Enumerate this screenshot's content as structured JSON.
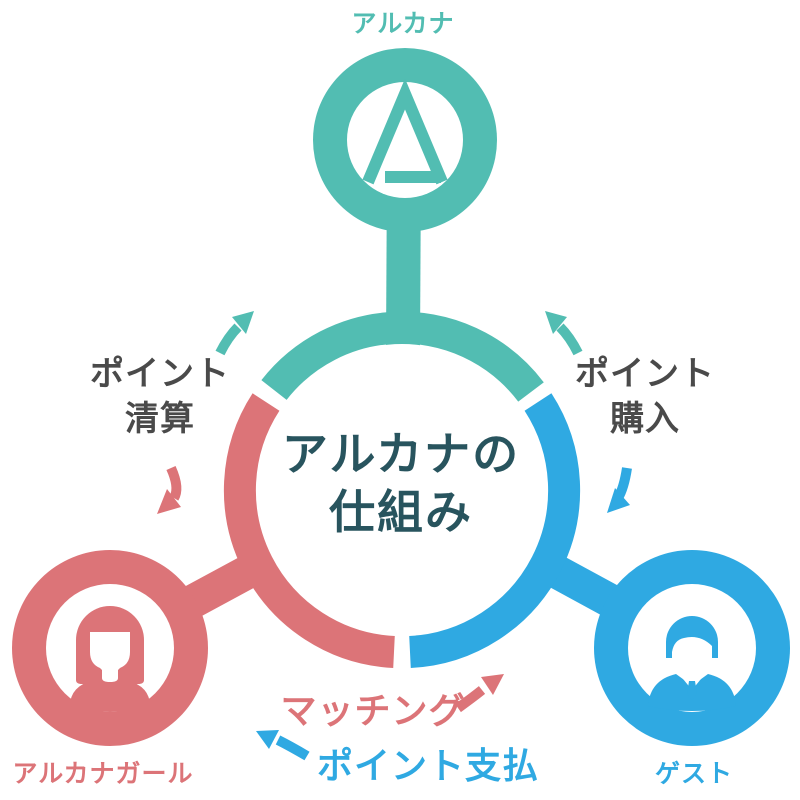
{
  "diagram": {
    "center": {
      "title_line1": "アルカナの",
      "title_line2": "仕組み"
    },
    "top_node": {
      "label": "アルカナ",
      "icon": "arcana-logo-icon"
    },
    "left_node": {
      "label": "アルカナガール",
      "icon": "woman-icon"
    },
    "right_node": {
      "label": "ゲスト",
      "icon": "man-icon"
    },
    "flow_labels": {
      "settlement_line1": "ポイント",
      "settlement_line2": "清算",
      "purchase_line1": "ポイント",
      "purchase_line2": "購入",
      "matching": "マッチング",
      "payment": "ポイント支払"
    },
    "icons": [
      "arcana-logo-icon",
      "woman-icon",
      "man-icon",
      "arrow-up-to-arcana-left",
      "arrow-up-to-arcana-right",
      "arrow-down-to-girl",
      "arrow-down-to-guest",
      "arrow-matching-up-right",
      "arrow-payment-up-left"
    ],
    "colors": {
      "teal": "#52BDB2",
      "red": "#DC7478",
      "blue": "#2FA9E2",
      "title_text": "#28545E",
      "flow_text_gray": "#4A4A4A",
      "background": "#FFFFFF"
    }
  }
}
